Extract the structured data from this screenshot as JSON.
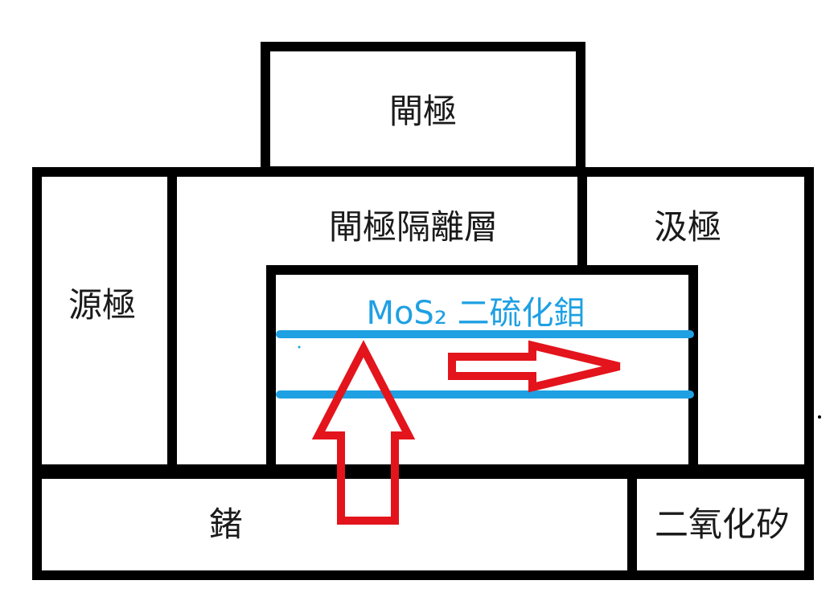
{
  "colors": {
    "outline": "#000000",
    "background": "#ffffff",
    "channel": "#1ea0e3",
    "arrow": "#e3141c"
  },
  "labels": {
    "gate": "閘極",
    "gate_dielectric": "閘極隔離層",
    "drain": "汲極",
    "source": "源極",
    "mos2": "MoS₂ 二硫化鉬",
    "germanium": "鍺",
    "silicon_dioxide": "二氧化矽"
  }
}
